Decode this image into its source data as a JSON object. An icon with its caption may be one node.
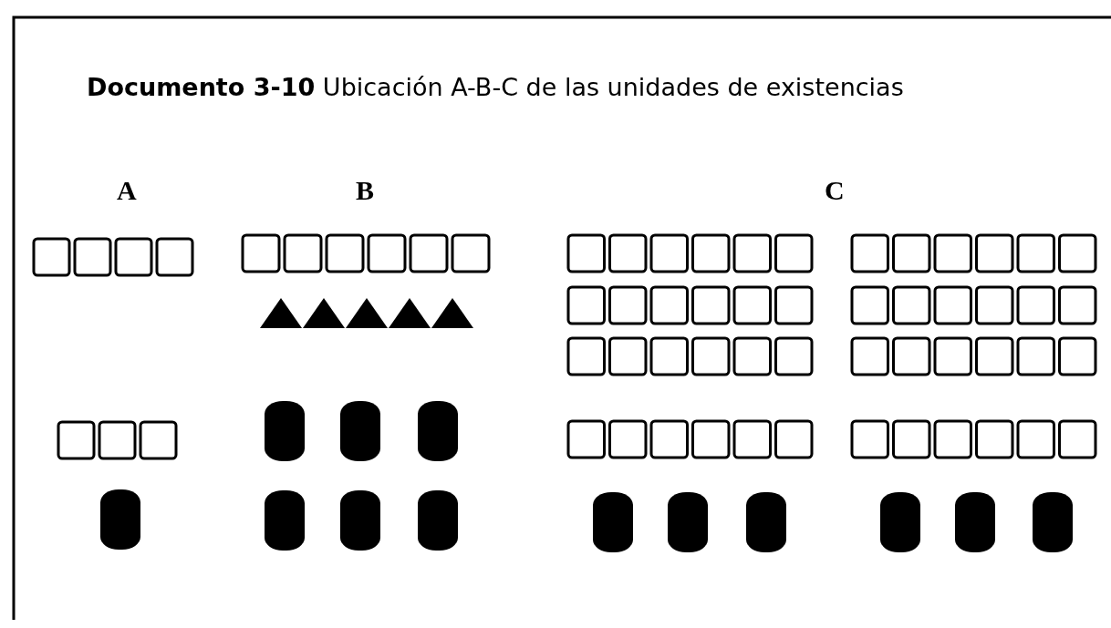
{
  "diagram": {
    "title": "**Documento 3-10** Ubicación A-B-C de las unidades de existencias",
    "labels": [
      "A",
      "B",
      "C"
    ]
  }
}
